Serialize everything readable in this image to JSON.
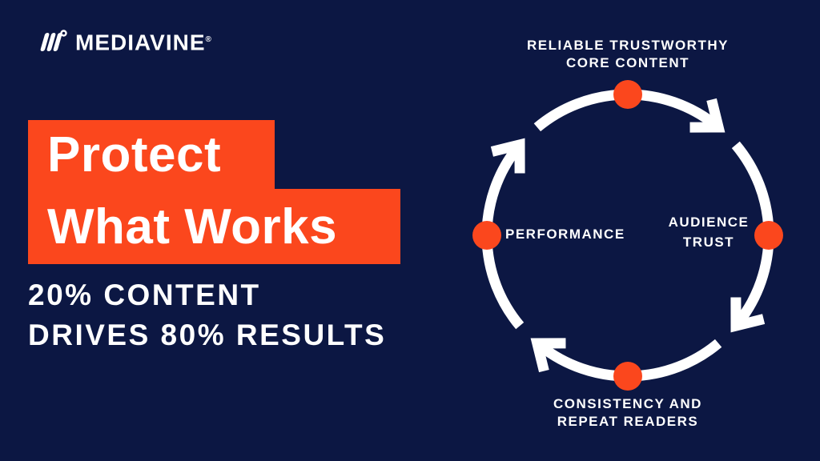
{
  "logo": {
    "brand": "MEDIAVINE",
    "registered": "®"
  },
  "headline": {
    "lines": [
      "Protect",
      "What Works"
    ]
  },
  "subtitle": {
    "lines": [
      "20% CONTENT",
      "DRIVES 80% RESULTS"
    ]
  },
  "cycle": {
    "type": "cycle-diagram",
    "direction": "clockwise",
    "nodes": [
      {
        "position": "top",
        "lines": [
          "RELIABLE TRUSTWORTHY",
          "CORE CONTENT"
        ]
      },
      {
        "position": "right",
        "lines": [
          "AUDIENCE",
          "TRUST"
        ]
      },
      {
        "position": "bottom",
        "lines": [
          "CONSISTENCY AND",
          "REPEAT READERS"
        ]
      },
      {
        "position": "left",
        "lines": [
          "PERFORMANCE"
        ]
      }
    ]
  },
  "colors": {
    "background_navy": "#0c1743",
    "accent_orange": "#fb471d",
    "text_white": "#ffffff"
  }
}
